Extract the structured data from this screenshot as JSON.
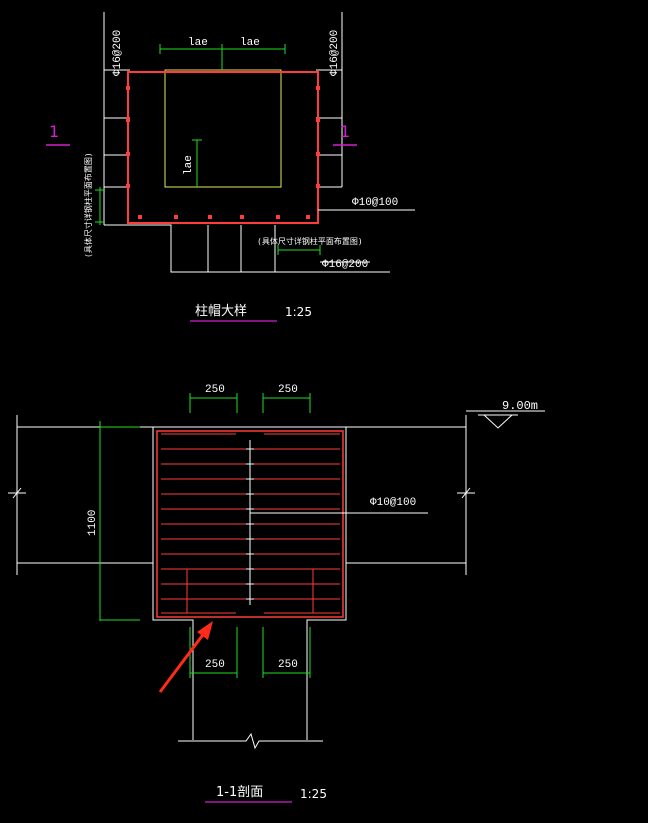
{
  "drawing": {
    "colors": {
      "background": "#000000",
      "linework": "#ffffff",
      "rebar": "#ff3b3b",
      "dimension": "#22dd22",
      "inner_outline": "#e8e85a",
      "section_mark": "#d020d0",
      "pointer_arrow": "#ff2a1a"
    },
    "detail1": {
      "title": "柱帽大样",
      "scale": "1:25",
      "bar_left": "Φ16@200",
      "bar_right": "Φ16@200",
      "dim_top_left": "lae",
      "dim_top_right": "lae",
      "dim_inner": "lae",
      "stirrup": "Φ10@100",
      "bottom_bar": "Φ16@200",
      "note_left": "(具体尺寸详钢柱平面布置图)",
      "note_bottom": "(具体尺寸详钢柱平面布置图)",
      "section_mark_left": "1",
      "section_mark_right": "1"
    },
    "section": {
      "title": "1-1剖面",
      "scale": "1:25",
      "elevation": "9.00m",
      "dim_top_left": "250",
      "dim_top_right": "250",
      "dim_bottom_left": "250",
      "dim_bottom_right": "250",
      "height": "1100",
      "stirrup": "Φ10@100"
    }
  }
}
